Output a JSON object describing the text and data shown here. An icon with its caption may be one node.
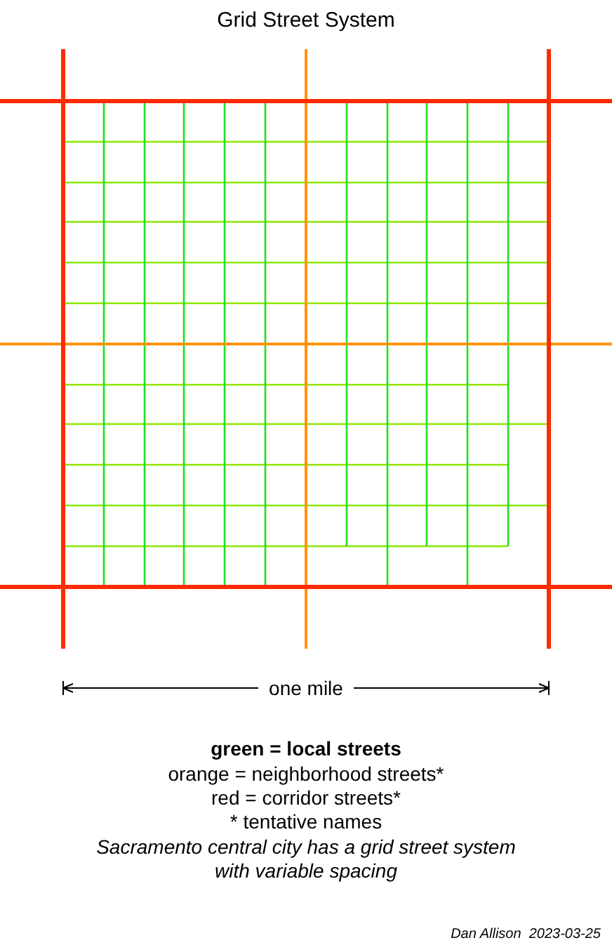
{
  "diagram": {
    "title": "Grid Street System",
    "labels": [
      "one mile",
      "green = local streets",
      "orange = neighborhood streets*",
      "red = corridor streets*",
      "* tentative names",
      "Sacramento central city has a grid street system with variable spacing",
      "Dan Allison  2023-03-25"
    ]
  }
}
